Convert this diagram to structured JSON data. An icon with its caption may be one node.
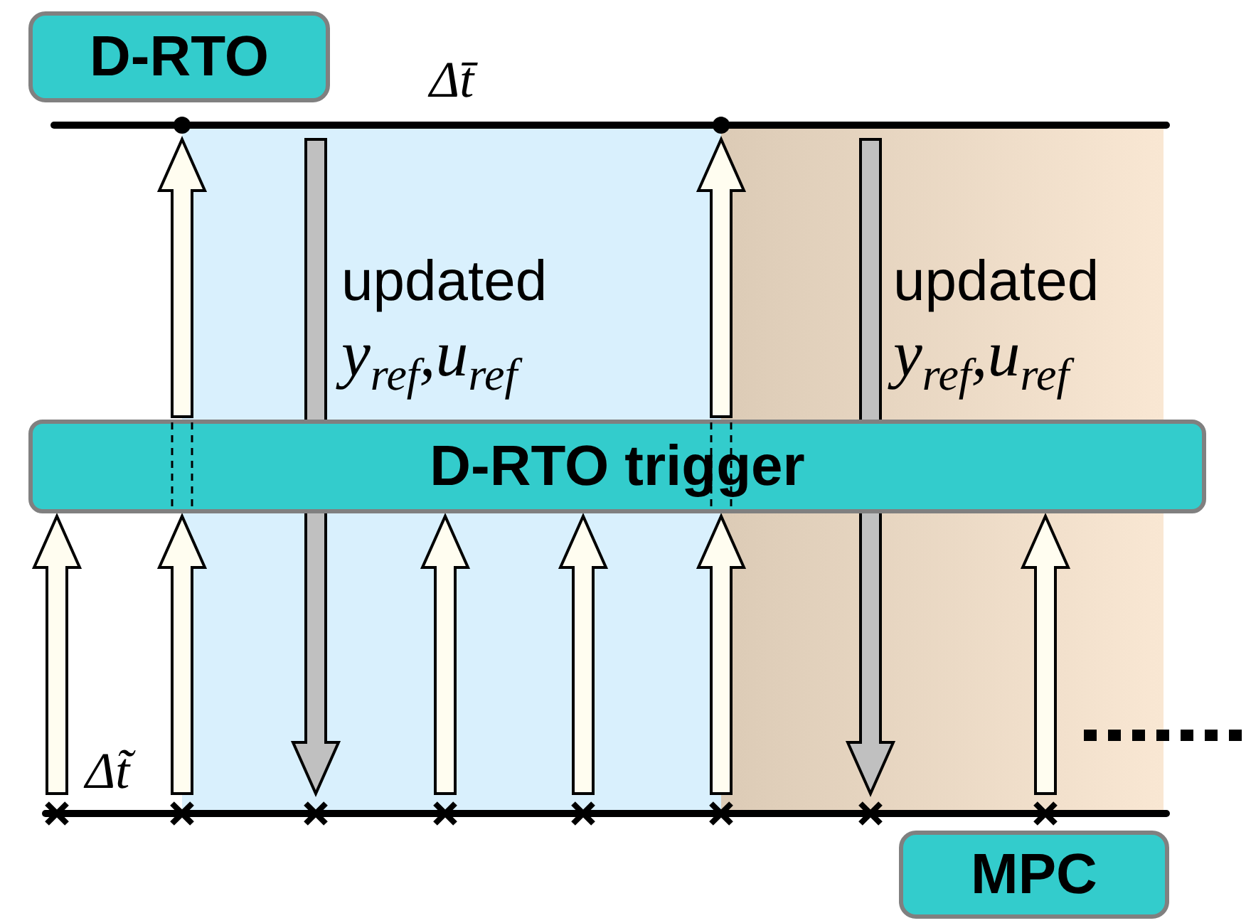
{
  "diagram": {
    "nodes": [
      {
        "text": [
          "D-RTO"
        ]
      },
      {
        "text": [],
        "shape": "bar",
        "beside": [
          "Δt̄"
        ]
      },
      {
        "text": [
          "D-RTO trigger"
        ]
      },
      {
        "text": [],
        "shape": "bar",
        "beside": [
          "Δt̃"
        ]
      },
      {
        "text": [
          "MPC"
        ]
      }
    ],
    "edges": [
      {
        "from": 3,
        "to": 2,
        "arrow": "to"
      },
      {
        "from": 3,
        "to": 2,
        "arrow": "to"
      },
      {
        "from": 2,
        "to": 1,
        "arrow": "to"
      },
      {
        "from": 1,
        "to": 3,
        "arrow": "to",
        "color": "#c0c0c0"
      },
      {
        "from": 3,
        "to": 2,
        "arrow": "to"
      },
      {
        "from": 3,
        "to": 2,
        "arrow": "to"
      },
      {
        "from": 3,
        "to": 2,
        "arrow": "to"
      },
      {
        "from": 2,
        "to": 1,
        "arrow": "to"
      },
      {
        "from": 1,
        "to": 3,
        "arrow": "to",
        "color": "#c0c0c0"
      },
      {
        "from": 3,
        "to": 2,
        "arrow": "to"
      }
    ],
    "labels": [
      "updated",
      "y$_{ref}$,u$_{ref}$",
      "updated",
      "y$_{ref}$,u$_{ref}$"
    ]
  }
}
